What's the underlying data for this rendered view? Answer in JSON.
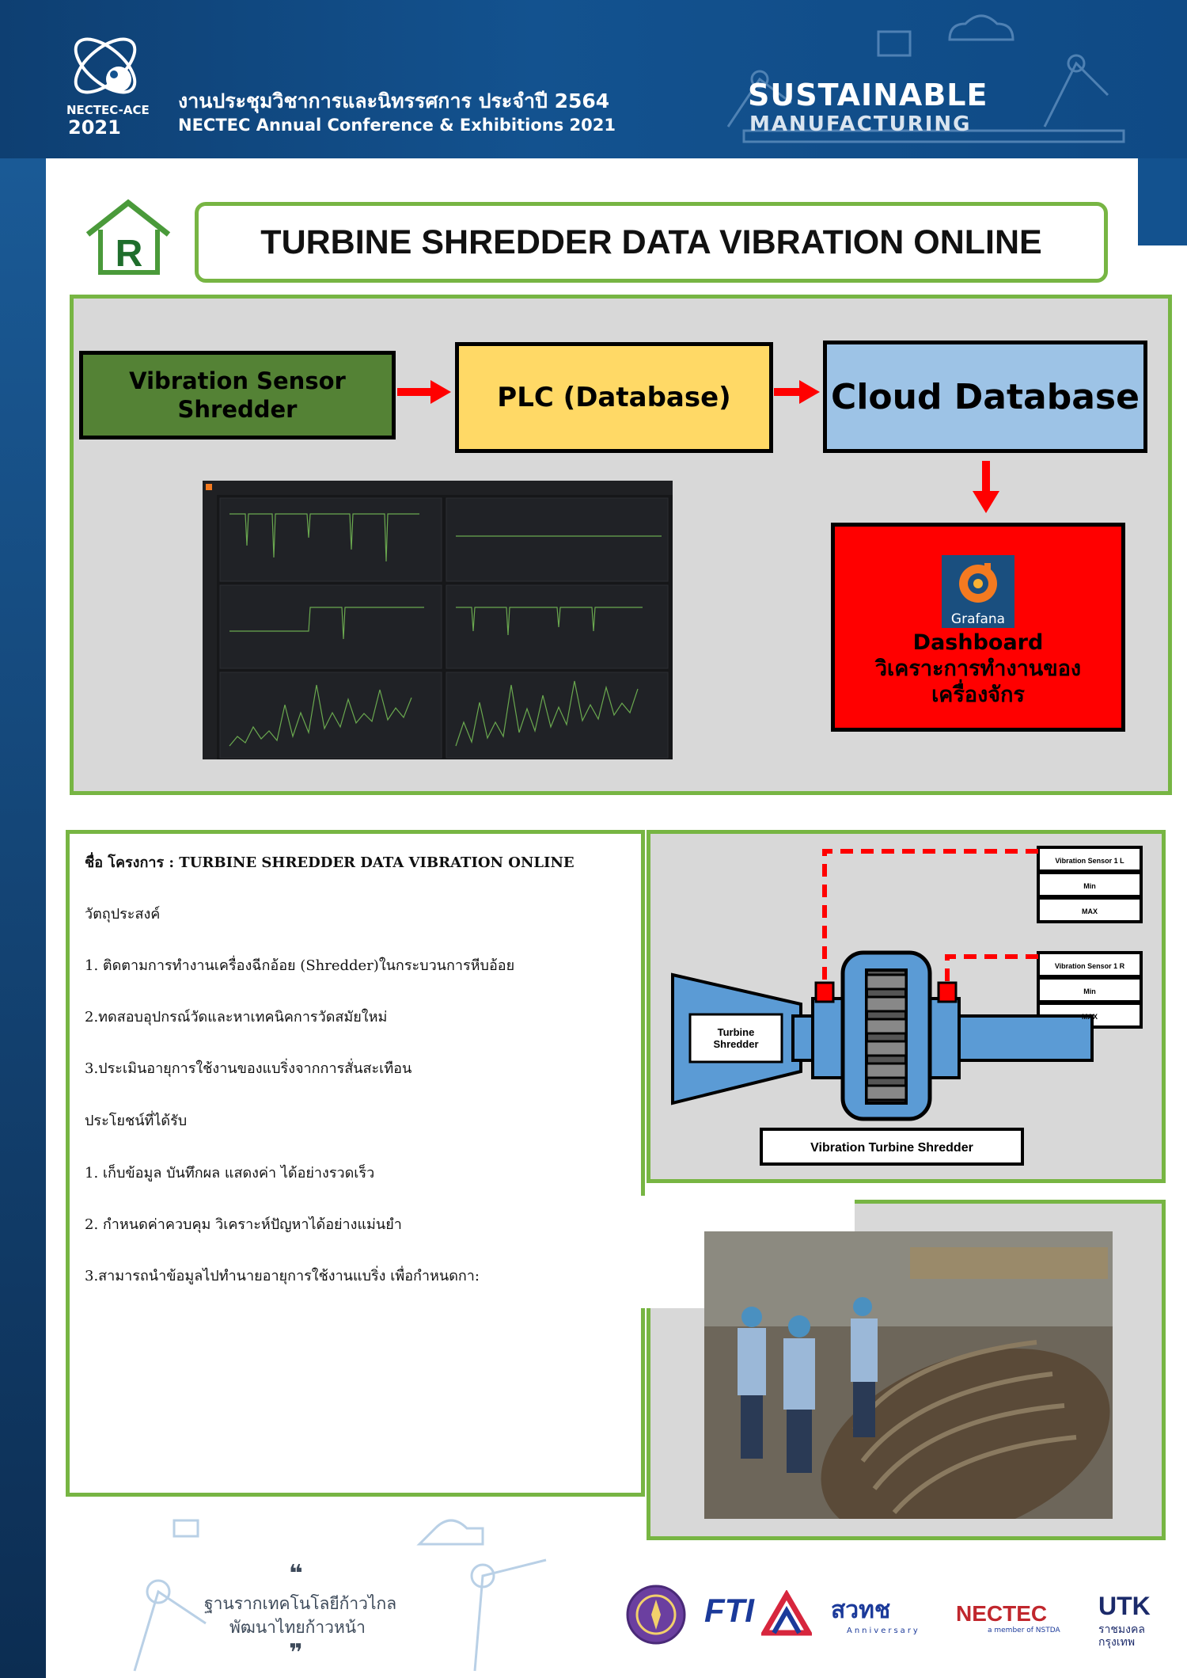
{
  "header": {
    "logo_line1": "NECTEC-ACE",
    "logo_line2": "2021",
    "conference_thai": "งานประชุมวิชาการและนิทรรศการ ประจำปี 2564",
    "conference_en": "NECTEC Annual Conference & Exhibitions 2021",
    "theme_line1": "SUSTAINABLE",
    "theme_line2": "MANUFACTURING"
  },
  "badge": {
    "letter": "R"
  },
  "title": "TURBINE SHREDDER DATA VIBRATION ONLINE",
  "flow": {
    "sensor_line1": "Vibration Sensor",
    "sensor_line2": "Shredder",
    "plc": "PLC (Database)",
    "cloud": "Cloud Database",
    "grafana": "Grafana",
    "dashboard_line1": "Dashboard",
    "dashboard_line2": "วิเคราะการทำงานของ",
    "dashboard_line3": "เครื่องจักร"
  },
  "info": {
    "project": "ชื่อ โครงการ :  TURBINE SHREDDER DATA VIBRATION ONLINE",
    "objective_heading": "วัตถุประสงค์",
    "objectives": [
      "1. ติดตามการทำงานเครื่องฉีกอ้อย (Shredder)ในกระบวนการหีบอ้อย",
      "2.ทดสอบอุปกรณ์วัดและหาเทคนิคการวัดสมัยใหม่",
      "3.ประเมินอายุการใช้งานของแบริ่งจากการสั่นสะเทือน"
    ],
    "benefit_heading": "ประโยชน์ที่ได้รับ",
    "benefits": [
      "1. เก็บข้อมูล บันทึกผล แสดงค่า ได้อย่างรวดเร็ว",
      "2. กำหนดค่าควบคุม วิเคราะห์ปัญหาได้อย่างแม่นยำ",
      "3.สามารถนำข้อมูลไปทำนายอายุการใช้งานแบริ่ง เพื่อกำหนดกา:"
    ]
  },
  "schematic": {
    "sensor_left": "Vibration Sensor 1 L",
    "sensor_right": "Vibration Sensor 1 R",
    "min": "Min",
    "max": "MAX",
    "turbine_line1": "Turbine",
    "turbine_line2": "Shredder",
    "caption": "Vibration Turbine Shredder"
  },
  "footer": {
    "quote_line1": "ฐานรากเทคโนโลยีก้าวไกล",
    "quote_line2": "พัฒนาไทยก้าวหน้า",
    "logo_fti": "FTI",
    "logo_nstda": "สวทช",
    "logo_nstda_sub": "Anniversary",
    "logo_nectec": "NECTEC",
    "logo_nectec_sub": "a member of NSTDA",
    "logo_utk": "UTK",
    "logo_utk_line1": "ราชมงคล",
    "logo_utk_line2": "กรุงเทพ"
  },
  "colors": {
    "green_border": "#77b543",
    "sensor_box": "#548235",
    "plc_box": "#ffd966",
    "cloud_box": "#9dc3e6",
    "dashboard_box": "#ff0000",
    "header_blue": "#13528f"
  }
}
